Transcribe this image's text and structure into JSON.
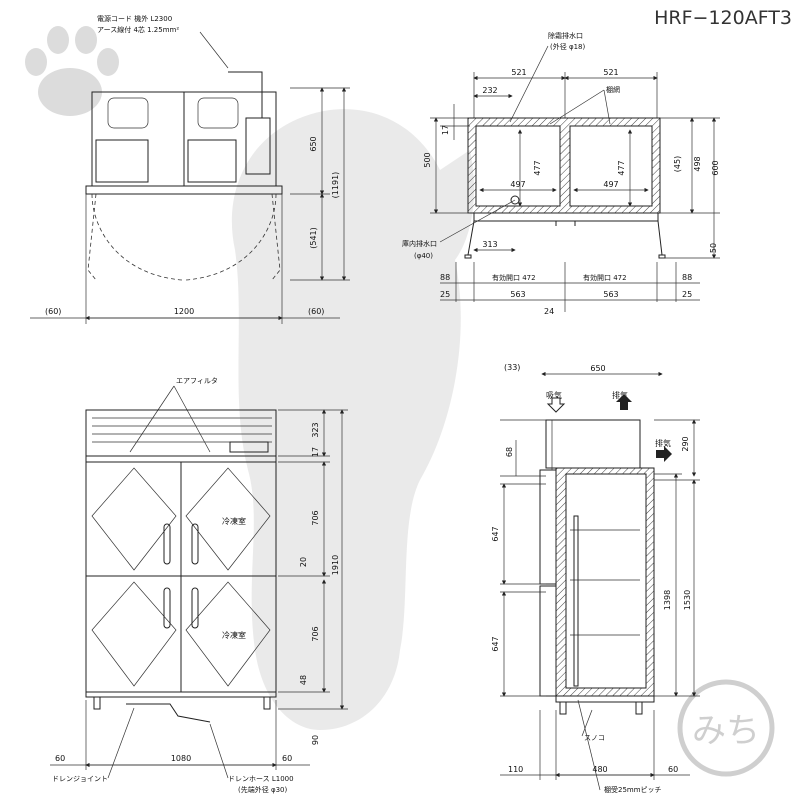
{
  "model": "HRF−120AFT3",
  "watermark": {
    "shop_logo_chars": "みち"
  },
  "top_left": {
    "cord": [
      "電源コード 機外 L2300",
      "アース線付 4芯 1.25mm²"
    ],
    "dims": {
      "h650": "650",
      "h1191": "(1191)",
      "h541": "(541)",
      "w60a": "(60)",
      "w1200": "1200",
      "w60b": "(60)"
    }
  },
  "top_right": {
    "labels": {
      "defrost": "除霜排水口",
      "defrost_dia": "(外径 φ18)",
      "shelf_net": "棚網",
      "inner_drain": "庫内排水口",
      "inner_drain_dia": "(φ40)"
    },
    "dims": {
      "w521a": "521",
      "w521b": "521",
      "w232": "232",
      "h17": "17",
      "h500": "500",
      "h477a": "477",
      "h477b": "477",
      "h45": "(45)",
      "h498": "498",
      "h600": "600",
      "w497a": "497",
      "w497b": "497",
      "w313": "313",
      "h50": "50",
      "w88a": "88",
      "open1": "有効開口 472",
      "open2": "有効開口 472",
      "w88b": "88",
      "w25a": "25",
      "w563a": "563",
      "w563b": "563",
      "w25b": "25",
      "w24": "24"
    }
  },
  "bottom_left": {
    "labels": {
      "air_filter": "エアフィルタ",
      "room1": "冷凍室",
      "room2": "冷凍室",
      "drain_joint": "ドレンジョイント",
      "drain_hose": "ドレンホース L1000",
      "drain_hose_dia": "(先端外径 φ30)"
    },
    "dims": {
      "h17": "17",
      "h323": "323",
      "h706a": "706",
      "h20": "20",
      "h1910": "1910",
      "h706b": "706",
      "h48": "48",
      "h90": "90",
      "w60a": "60",
      "w1080": "1080",
      "w60b": "60"
    }
  },
  "bottom_right": {
    "labels": {
      "intake": "吸気",
      "exhaust_top": "排気",
      "exhaust_side": "排気",
      "sunoko": "スノコ",
      "shelf_pitch": "棚受25mmピッチ"
    },
    "dims": {
      "w33": "(33)",
      "w650": "650",
      "h290": "290",
      "h68": "68",
      "h647a": "647",
      "h647b": "647",
      "h1398": "1398",
      "h1530": "1530",
      "w110": "110",
      "w480": "480",
      "w60": "60"
    }
  }
}
